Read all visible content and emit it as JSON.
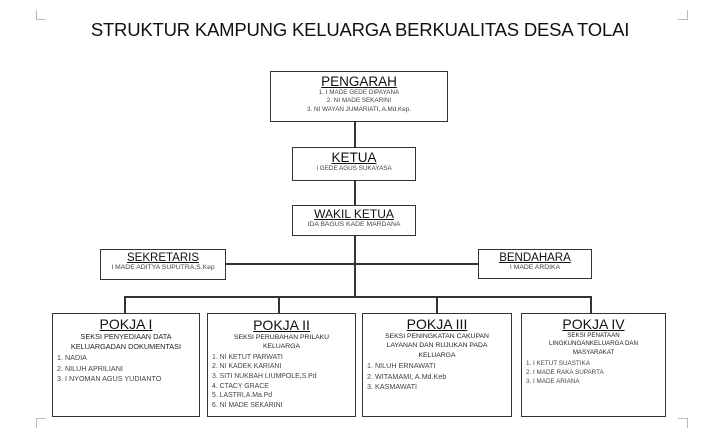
{
  "title": "STRUKTUR KAMPUNG KELUARGA BERKUALITAS DESA TOLAI",
  "pengarah": {
    "title": "PENGARAH",
    "members": [
      "1. I MADE  GEDE DIPAYANA",
      "2. NI MADE SEKARINI",
      "3. NI WAYAN JUMARIATI, A.Md.Kep."
    ]
  },
  "ketua": {
    "title": "KETUA",
    "name": "I GEDE AGUS SUKAYASA"
  },
  "wakil": {
    "title": "WAKIL KETUA",
    "name": "IDA BAGUS KADE MARDANA"
  },
  "sekretaris": {
    "title": "SEKRETARIS",
    "name": "I MADE ADITYA SUPUTRA,S.Kep"
  },
  "bendahara": {
    "title": "BENDAHARA",
    "name": "I MADE ARDIKA"
  },
  "pokja": [
    {
      "title": "POKJA I",
      "section": "SEKSI PENYEDIAAN DATA KELUARGADAN DOKUMENTASI",
      "members": [
        "1. NADIA",
        "2. NILUH APRILIANI",
        "3. I NYOMAN AGUS YUDIANTO"
      ]
    },
    {
      "title": "POKJA II",
      "section": "SEKSI PERUBAHAN PRILAKU KELUARGA",
      "members": [
        "1. NI KETUT PARWATI",
        "2. NI KADEK KARIANI",
        "3. SITI NUKBAH LIUMPOLE,S.Pd",
        "4. CTACY GRACE",
        "5. LASTRI,A.Ma.Pd",
        "6. NI MADE SEKARINI"
      ]
    },
    {
      "title": "POKJA III",
      "section": "SEKSI PENINGKATAN CAKUPAN LAYANAN DAN RUJUKAN PADA KELUARGA",
      "members": [
        "1. NILUH ERNAWATI",
        "2. WITAMAMI, A.Md.Keb",
        "3. KASMAWATI"
      ]
    },
    {
      "title": "POKJA IV",
      "section": "SEKSI PENATAAN LINGKUNGANKELUARGA DAN MASYARAKAT",
      "members": [
        "1. I KETUT SUASTIKA",
        "2. I MADE RAKA SUPARTA",
        "3. I MADE ARIANA"
      ]
    }
  ]
}
